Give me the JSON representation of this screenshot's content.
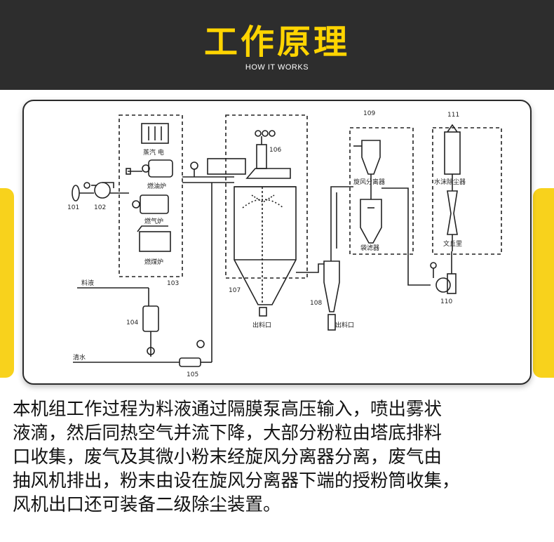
{
  "header": {
    "title": "工作原理",
    "subtitle": "HOW IT WORKS"
  },
  "diagram": {
    "labels": {
      "steam_electric": "蒸汽 电",
      "oil_furnace": "燃油炉",
      "gas_furnace": "燃气炉",
      "coal_furnace": "燃煤炉",
      "feed_liquid": "料液",
      "clean_water": "清水",
      "discharge_main": "出料口",
      "discharge_cyclone": "出料口",
      "cyclone_separator": "旋风分离器",
      "bag_filter": "袋滤器",
      "water_film_dust": "水沫除尘器",
      "venturi": "文丘里"
    },
    "numbers": {
      "n101": "101",
      "n102": "102",
      "n103": "103",
      "n104": "104",
      "n105": "105",
      "n106": "106",
      "n107": "107",
      "n108": "108",
      "n109": "109",
      "n110": "110",
      "n111": "111"
    }
  },
  "description": [
    "本机组工作过程为料液通过隔膜泵高压输入，喷出雾状",
    "液滴，然后同热空气并流下降，大部分粉粒由塔底排料",
    "口收集，废气及其微小粉末经旋风分离器分离，废气由",
    "抽风机排出，粉末由设在旋风分离器下端的授粉筒收集，",
    "风机出口还可装备二级除尘装置。"
  ]
}
